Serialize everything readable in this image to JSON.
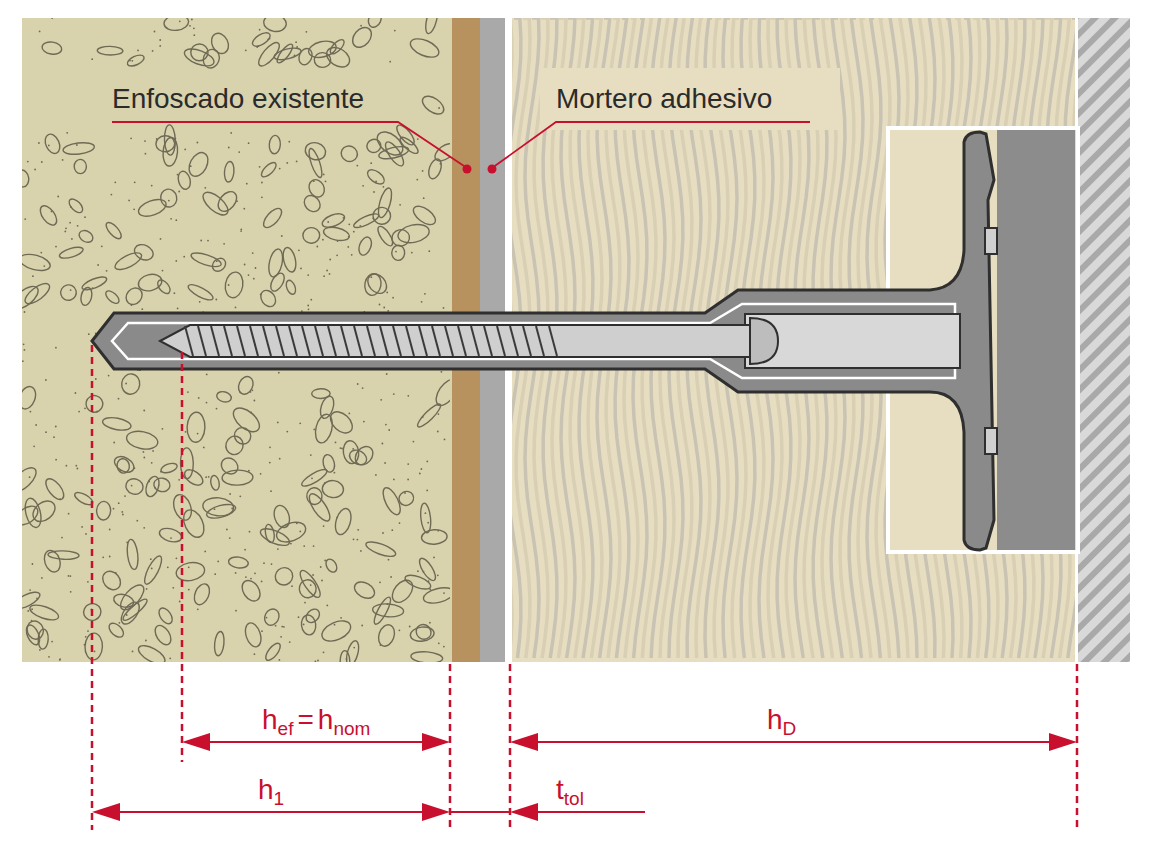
{
  "diagram": {
    "labels": [
      "Enfoscado existente",
      "Mortero adhesivo",
      "h",
      "ef",
      "=",
      "h",
      "nom",
      "h",
      "D",
      "h",
      "1",
      "t",
      "tol"
    ]
  }
}
